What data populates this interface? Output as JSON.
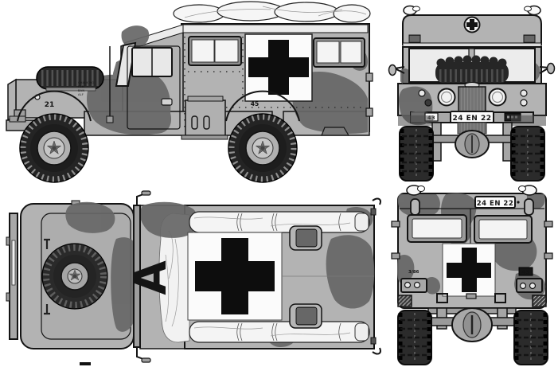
{
  "colors": {
    "background": "#ffffff",
    "body_gray": "#b3b3b3",
    "camouflage_gray": "#676767",
    "line_black": "#141414",
    "panel_white": "#fbfbfb",
    "cross_black": "#0d0d0d",
    "tire_black": "#2b2b2b"
  },
  "markings": {
    "registration": "24 EN 22",
    "bridge_class": "43",
    "fender_number": "21",
    "side_number": "45",
    "roof_letter": "A",
    "tailgate_stencil": "3/86",
    "hood_stencil_lines": [
      "CHALK NO",
      "FAM",
      "BAN",
      "ALF"
    ]
  }
}
